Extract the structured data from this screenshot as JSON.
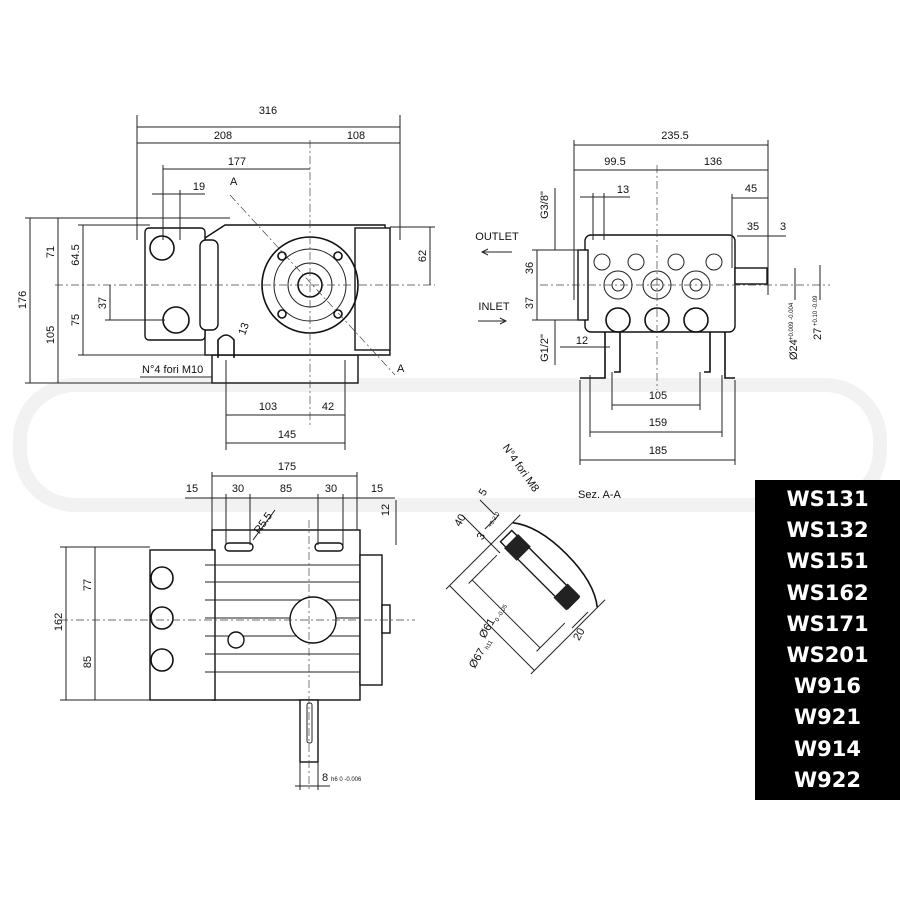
{
  "side_view": {
    "dims": {
      "overall_length": "316",
      "left_part": "208",
      "right_part": "108",
      "to_head": "177",
      "small": "19",
      "height_total": "176",
      "upper": "71",
      "lower": "105",
      "upper2": "64.5",
      "lower2": "75",
      "port_spacing": "37",
      "right_height": "62",
      "base_left": "103",
      "base_right": "42",
      "base_total": "145",
      "slot": "13"
    },
    "holes_note": "N°4 fori M10",
    "section_mark": "A"
  },
  "front_view": {
    "dims": {
      "overall": "235.5",
      "left": "99.5",
      "right": "136",
      "small": "13",
      "shaft_len": "45",
      "key_len": "35",
      "key_offset": "3",
      "upper_port": "36",
      "lower_port": "37",
      "port_offset": "12",
      "feet_inner": "105",
      "feet_mid": "159",
      "feet_outer": "185"
    },
    "outlet_label": "OUTLET",
    "inlet_label": "INLET",
    "outlet_thread": "G3/8\"",
    "inlet_thread": "G1/2\"",
    "shaft_diameter": "Ø24",
    "shaft_diameter_tol": "+0.009 -0.004",
    "key_height": "27",
    "key_height_tol": "+0.10 -0.09"
  },
  "top_view": {
    "dims": {
      "plate_width": "175",
      "edge_left": "15",
      "slot_left": "30",
      "slot_span": "85",
      "slot_right": "30",
      "edge_right": "15",
      "radius": "R5.5",
      "plate_offset": "12",
      "total_height": "162",
      "upper": "77",
      "lower": "85",
      "key_width": "8",
      "key_tol": "h6 0 -0.006"
    }
  },
  "section": {
    "title": "Sez. A-A",
    "holes_note": "N°4 fori M8",
    "dims": {
      "d40": "40",
      "d5": "5",
      "d3": "3",
      "d3_tol": "+0.2 0",
      "d61": "Ø61",
      "d61_tol": "0 -0.05",
      "d67": "Ø67",
      "d67_tol": "h11",
      "d20": "20"
    }
  },
  "models": [
    "WS131",
    "WS132",
    "WS151",
    "WS162",
    "WS171",
    "WS201",
    "W916",
    "W921",
    "W914",
    "W922"
  ]
}
